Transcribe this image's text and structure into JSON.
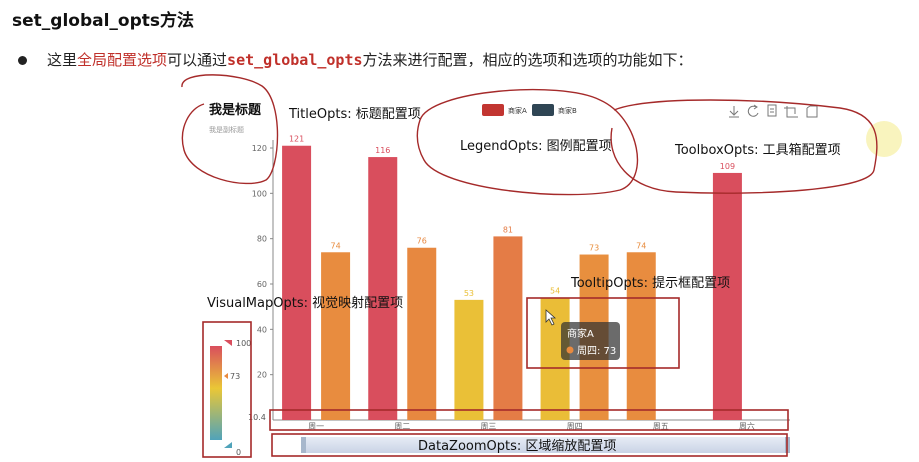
{
  "page": {
    "heading": "set_global_opts方法",
    "bullet": {
      "prefix": "这里",
      "highlight": "全局配置选项",
      "middle": "可以通过",
      "code": "set_global_opts",
      "suffix": "方法来进行配置，相应的选项和选项的功能如下："
    }
  },
  "annotations": {
    "title_opts": "TitleOpts: 标题配置项",
    "legend_opts": "LegendOpts: 图例配置项",
    "toolbox_opts": "ToolboxOpts: 工具箱配置项",
    "tooltip_opts": "TooltipOpts: 提示框配置项",
    "visualmap_opts": "VisualMapOpts: 视觉映射配置项",
    "datazoom_opts": "DataZoomOpts: 区域缩放配置项"
  },
  "chart_data": {
    "type": "bar",
    "title": "我是标题",
    "subtitle": "我是副标题",
    "categories": [
      "周一",
      "周二",
      "周三",
      "周四",
      "周五",
      "周六"
    ],
    "series": [
      {
        "name": "商家A",
        "values": [
          121,
          116,
          53,
          54,
          74,
          109
        ]
      },
      {
        "name": "商家B",
        "values": [
          74,
          76,
          81,
          73,
          null,
          null
        ]
      }
    ],
    "legend": [
      "商家A",
      "商家B"
    ],
    "legend_colors": [
      "#c23531",
      "#2f4554"
    ],
    "ylim": [
      0,
      120
    ],
    "yticks": [
      20,
      40,
      60,
      80,
      100,
      120
    ],
    "visual_map": {
      "min": 0,
      "max": 100,
      "current": 73,
      "low_label": "0",
      "high_label": "100",
      "current_label": "73",
      "extra_label": "10.4"
    },
    "tooltip": {
      "series": "商家A",
      "category": "周四",
      "value": 73,
      "text": "周四: 73"
    },
    "toolbox_icons": [
      "download-icon",
      "refresh-icon",
      "data-view-icon",
      "zoom-icon",
      "restore-icon"
    ]
  }
}
